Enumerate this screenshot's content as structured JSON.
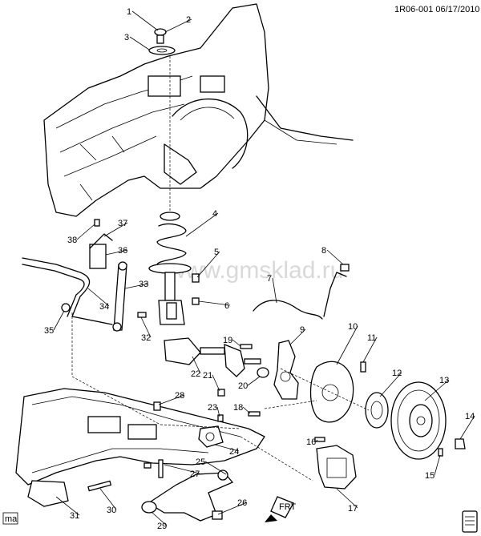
{
  "header": {
    "code": "1R06-001  06/17/2010"
  },
  "watermark": "www.gmsklad.ru",
  "corner_tag": "ma",
  "front_label": "FRT",
  "callouts": [
    "1",
    "2",
    "3",
    "4",
    "5",
    "6",
    "7",
    "8",
    "9",
    "10",
    "11",
    "12",
    "13",
    "14",
    "15",
    "16",
    "17",
    "18",
    "19",
    "20",
    "21",
    "22",
    "23",
    "24",
    "25",
    "26",
    "27",
    "28",
    "29",
    "30",
    "31",
    "32",
    "33",
    "34",
    "35",
    "36",
    "37",
    "38"
  ]
}
